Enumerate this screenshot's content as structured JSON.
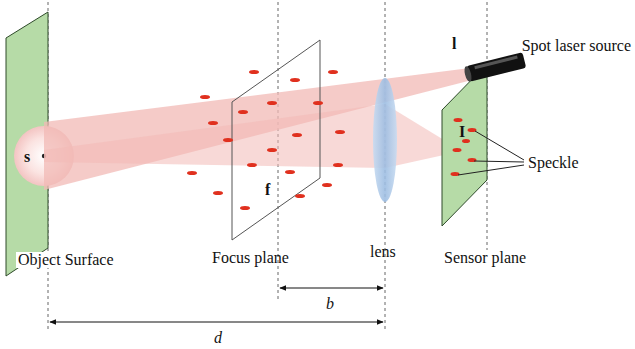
{
  "diagram": {
    "labels": [
      "Spot laser source",
      "l",
      "s",
      "f",
      "I",
      "Speckle",
      "Object Surface",
      "Focus plane",
      "lens",
      "Sensor plane",
      "b",
      "d"
    ]
  }
}
